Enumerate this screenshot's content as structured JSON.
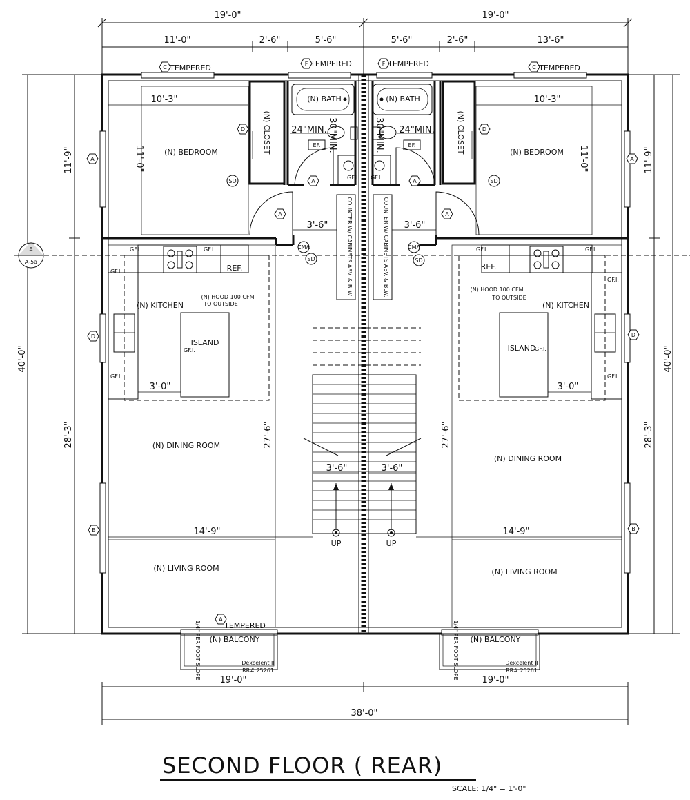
{
  "title": "SECOND FLOOR ( REAR)",
  "scale": "SCALE: 1/4\" = 1'-0\"",
  "dims": {
    "top_left": "19'-0\"",
    "top_right": "19'-0\"",
    "sub_l1": "11'-0\"",
    "sub_l2": "2'-6\"",
    "sub_l3": "5'-6\"",
    "sub_r1": "5'-6\"",
    "sub_r2": "2'-6\"",
    "sub_r3": "13'-6\"",
    "left_total": "40'-0\"",
    "left_top": "11'-9\"",
    "left_bottom": "28'-3\"",
    "right_total": "40'-0\"",
    "right_top": "11'-9\"",
    "right_bottom": "28'-3\"",
    "bottom_left": "19'-0\"",
    "bottom_right": "19'-0\"",
    "bottom_total": "38'-0\"",
    "bed_w": "10'-3\"",
    "bed_h": "11'-0\"",
    "hall_w": "3'-6\"",
    "min_clear": "24\"MIN.",
    "toilet_clear": "30\"MIN.",
    "unit_depth": "27'-6\"",
    "counter_w": "3'-0\"",
    "room_w": "14'-9\"",
    "stair_w": "3'-6\""
  },
  "rooms": {
    "bedroom": "(N) BEDROOM",
    "closet": "(N) CLOSET",
    "bath": "(N) BATH",
    "kitchen": "(N) KITCHEN",
    "island": "ISLAND",
    "dining": "(N) DINING ROOM",
    "living": "(N) LIVING ROOM",
    "balcony": "(N) BALCONY"
  },
  "labels": {
    "tempered": "TEMPERED",
    "ref": "REF.",
    "hood": "(N) HOOD 100 CFM",
    "hood2": "TO OUTSIDE",
    "counter": "COUNTER W/ CABINETS ABV. & BLW.",
    "up": "UP",
    "ef": "EF.",
    "gfi": "GF.I.",
    "sd": "SD",
    "cma": "CMA",
    "dexcelent": "Dexcelent II",
    "rr": "RR# 25261",
    "slope": "1/4\" PER FOOT SLOPE",
    "section": "A",
    "section_sheet": "A-5a"
  },
  "tags": {
    "a": "A",
    "b": "B",
    "c": "C",
    "d": "D",
    "f": "F"
  }
}
